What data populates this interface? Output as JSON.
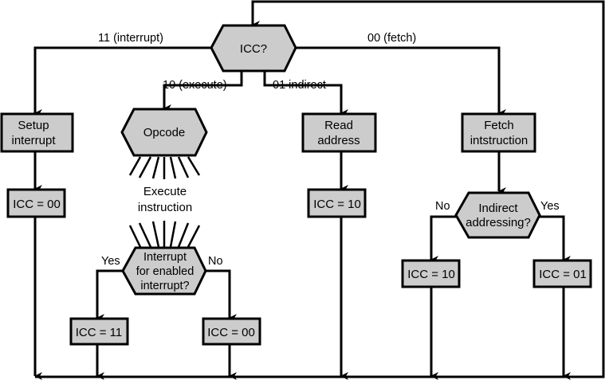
{
  "colors": {
    "node_fill": "#cccccc",
    "stroke": "#000000",
    "background": "#ffffff"
  },
  "nodes": {
    "icc_decision": "ICC?",
    "setup_interrupt": [
      "Setup",
      "interrupt"
    ],
    "icc_00_left": "ICC = 00",
    "opcode": "Opcode",
    "execute_instruction": [
      "Execute",
      "instruction"
    ],
    "interrupt_decision": [
      "Interrupt",
      "for enabled",
      "interrupt?"
    ],
    "icc_11": "ICC = 11",
    "icc_00_mid": "ICC = 00",
    "read_address": [
      "Read",
      "address"
    ],
    "icc_10_mid": "ICC = 10",
    "fetch_instruction": [
      "Fetch",
      "intstruction"
    ],
    "indirect_decision": [
      "Indirect",
      "addressing?"
    ],
    "icc_10_right": "ICC = 10",
    "icc_01": "ICC = 01"
  },
  "edges": {
    "interrupt": "11 (interrupt)",
    "execute": "10 (execute)",
    "indirect": "01 indirect",
    "fetch": "00 (fetch)",
    "interrupt_yes": "Yes",
    "interrupt_no": "No",
    "indirect_no": "No",
    "indirect_yes": "Yes"
  }
}
